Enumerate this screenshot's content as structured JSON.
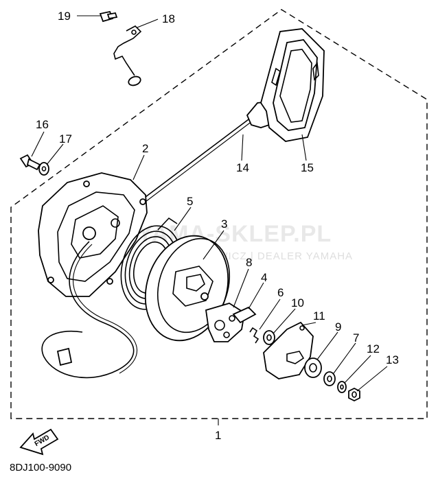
{
  "figure": {
    "code": "8DJ100-9090",
    "fwd_label": "FWD",
    "assembly_label": "1"
  },
  "watermark": {
    "line1": "YAMA-SKLEP.PL",
    "line2": "ECHOWICZ | DEALER YAMAHA",
    "color": "#e8a0a0"
  },
  "callouts": [
    "1",
    "2",
    "3",
    "4",
    "5",
    "6",
    "7",
    "8",
    "9",
    "10",
    "11",
    "12",
    "13",
    "14",
    "15",
    "16",
    "17",
    "18",
    "19"
  ]
}
